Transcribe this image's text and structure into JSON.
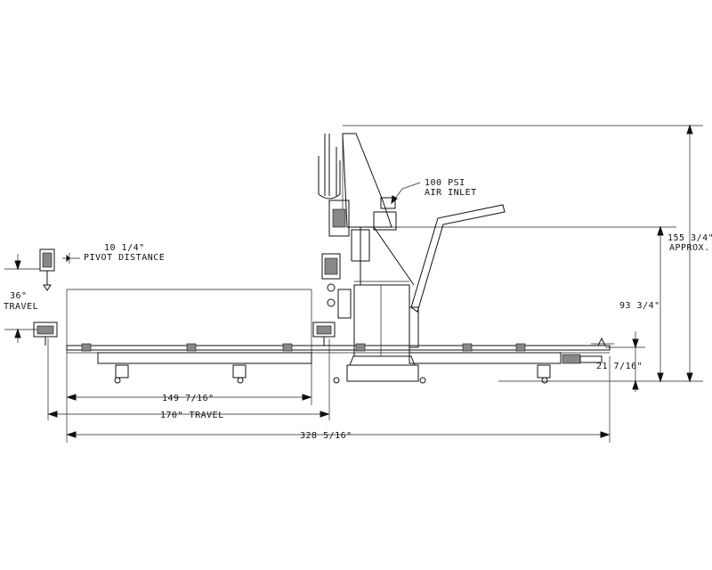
{
  "drawing": {
    "dimensions": {
      "air_line1": "100 PSI",
      "air_line2": "AIR INLET",
      "pivot_line1": "10 1/4\"",
      "pivot_line2": "PIVOT DISTANCE",
      "travel36_line1": "36\"",
      "travel36_line2": "TRAVEL",
      "height_total_line1": "155 3/4\"",
      "height_total_line2": "APPROX.",
      "height_mid": "93 3/4\"",
      "height_base": "21 7/16\"",
      "length_149": "149 7/16\"",
      "travel_170": "170\" TRAVEL",
      "length_total": "328 5/16\""
    }
  }
}
